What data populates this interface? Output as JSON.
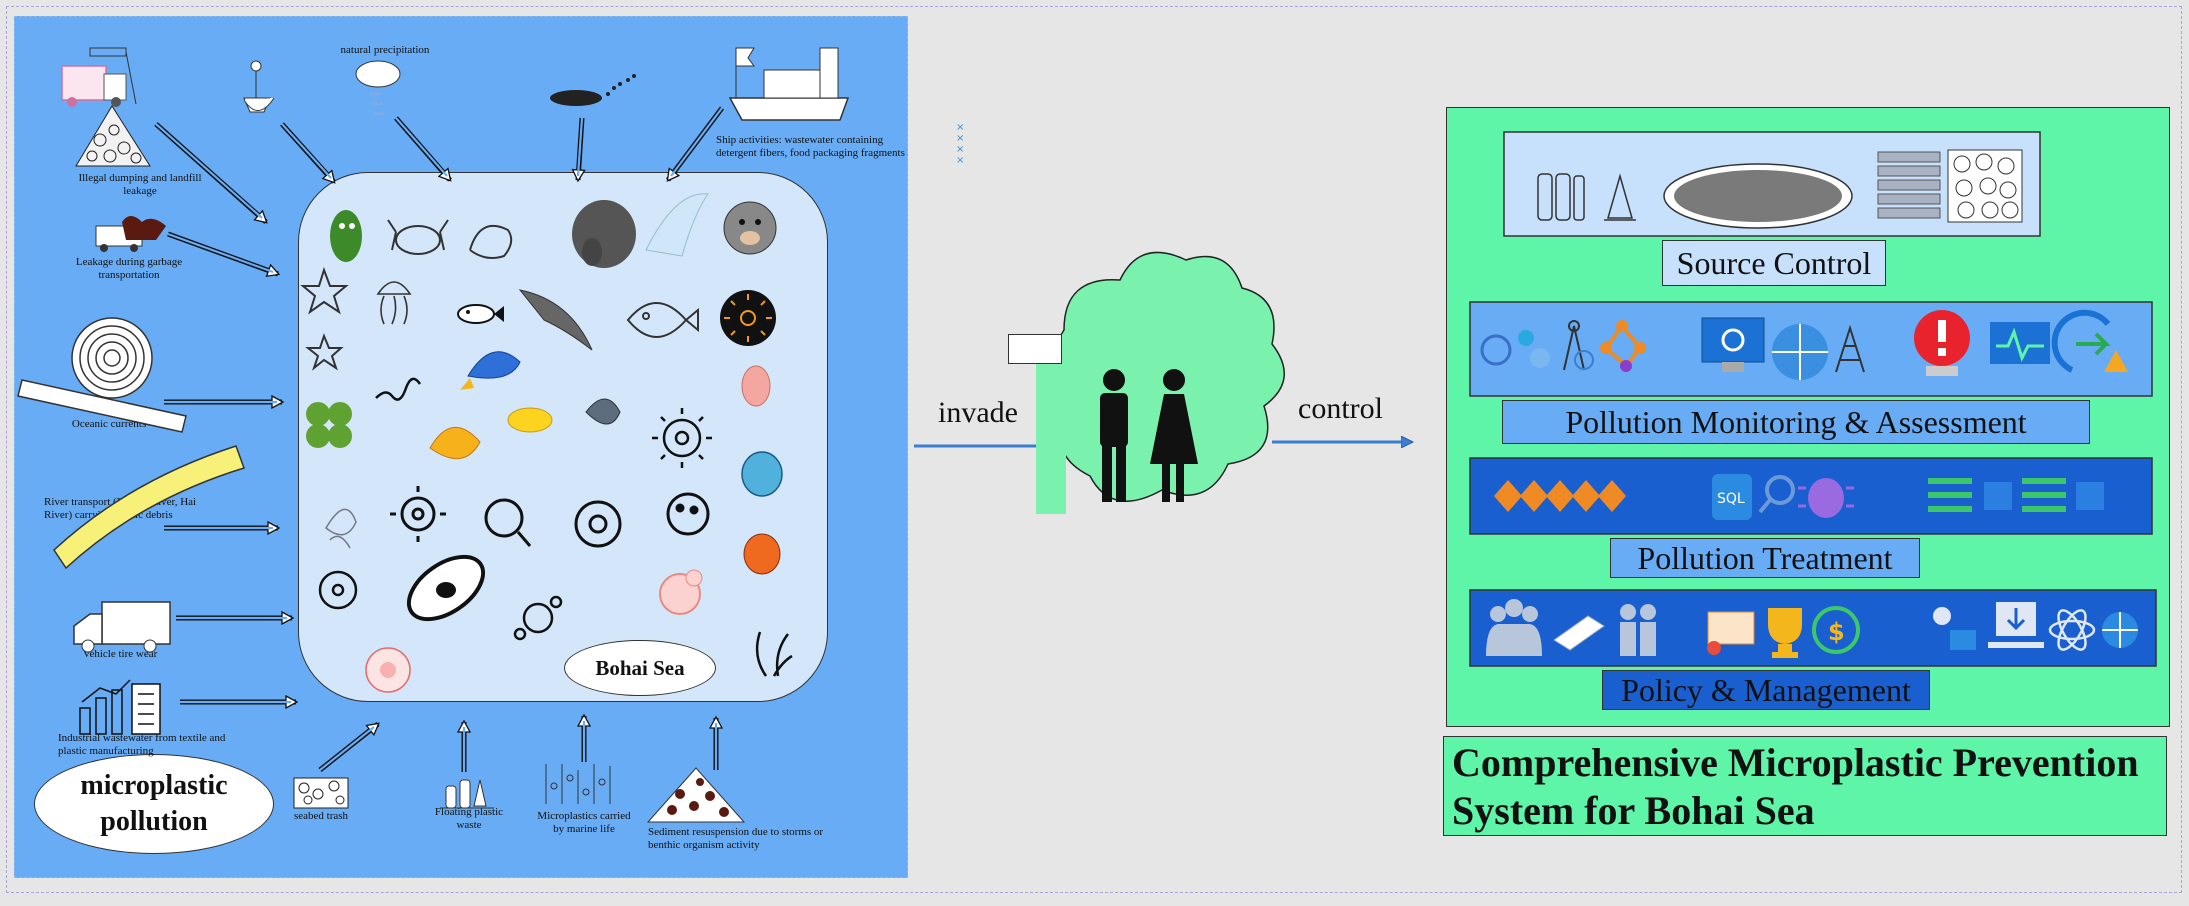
{
  "sources": {
    "illegal_dumping": "Illegal dumping and landfill leakage",
    "natural_precipitation": "natural precipitation",
    "ship_activities": "Ship activities: wastewater containing detergent fibers, food packaging fragments",
    "garbage_transport": "Leakage during garbage transportation",
    "oceanic_currents": "Oceanic currents",
    "river_transport": "River transport (Yellow River, Hai River) carrying plastic debris",
    "vehicle_tire": "Vehicle tire wear",
    "industrial_wastewater": "Industrial wastewater from textile and plastic manufacturing",
    "seabed_trash": "seabed trash",
    "floating_waste": "Floating plastic waste",
    "marine_life": "Microplastics carried by marine life",
    "sediment_resuspension": "Sediment resuspension due to storms or benthic organism activity"
  },
  "sea_label": "Bohai Sea",
  "microplastic_label": "microplastic pollution",
  "edges": {
    "invade": "invade",
    "control": "control"
  },
  "mini_marks": "× × × ×",
  "system": {
    "rows": [
      {
        "label": "Source Control"
      },
      {
        "label": "Pollution Monitoring & Assessment"
      },
      {
        "label": "Pollution Treatment"
      },
      {
        "label": "Policy & Management"
      }
    ],
    "title": "Comprehensive Microplastic Prevention System for Bohai Sea"
  },
  "colors": {
    "left_panel": "#67acf5",
    "sea_fill": "#d3e6fa",
    "green": "#5ef5a9",
    "row_light": "#c7e0fb",
    "row_mid": "#67acf5",
    "row_dark": "#1a5fcf"
  },
  "icons": [
    "garbage-truck-icon",
    "boat-icon",
    "rain-cloud-icon",
    "ship-icon",
    "dust-icon",
    "fish-icon",
    "shark-icon",
    "starfish-icon",
    "jellyfish-icon",
    "crab-icon",
    "shrimp-icon",
    "bacteria-icon",
    "virus-icon",
    "bug-icon",
    "seaweed-icon",
    "people-icon",
    "cloud-icon",
    "monitor-icon",
    "alert-icon",
    "sql-database-icon",
    "trophy-icon",
    "group-icon"
  ]
}
